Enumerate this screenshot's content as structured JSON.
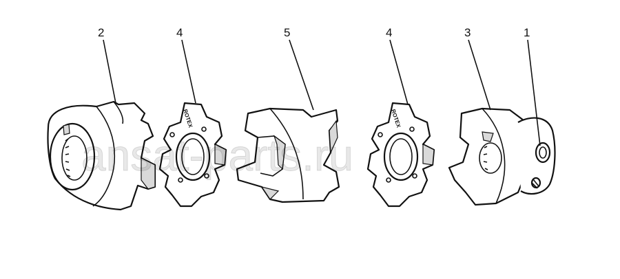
{
  "callouts": {
    "c2": "2",
    "c4a": "4",
    "c5": "5",
    "c4b": "4",
    "c3": "3",
    "c1": "1"
  },
  "spider_brand_a": "ROTEX",
  "spider_brand_b": "ROTEX",
  "watermark": "ansat-parts.ru",
  "colors": {
    "line": "#111111",
    "shade": "#d9d9d9",
    "background": "#ffffff"
  }
}
